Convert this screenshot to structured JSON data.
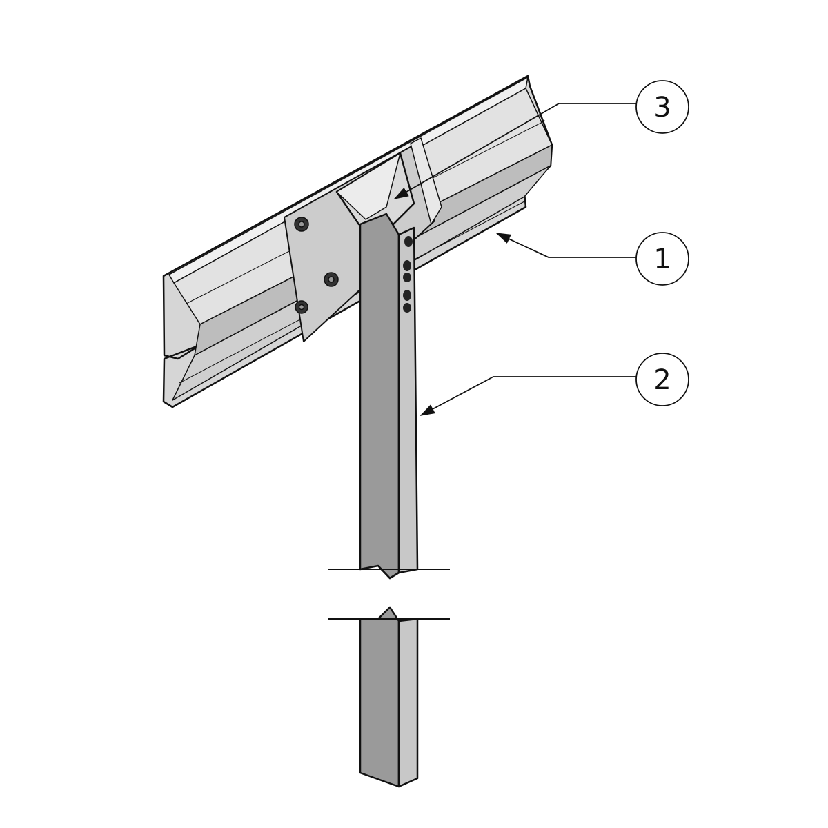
{
  "diagram": {
    "subject": "guardrail-post-assembly",
    "callouts": [
      {
        "id": "callout-3",
        "label": "3",
        "target": "spacer-bracket"
      },
      {
        "id": "callout-1",
        "label": "1",
        "target": "w-beam-rail"
      },
      {
        "id": "callout-2",
        "label": "2",
        "target": "post"
      }
    ],
    "colors": {
      "outline": "#111111",
      "rail_light": "#dcdcdc",
      "rail_mid": "#c4c4c4",
      "rail_dark": "#a8a8a8",
      "post": "#9a9a9a",
      "post_light": "#c8c8c8"
    }
  }
}
